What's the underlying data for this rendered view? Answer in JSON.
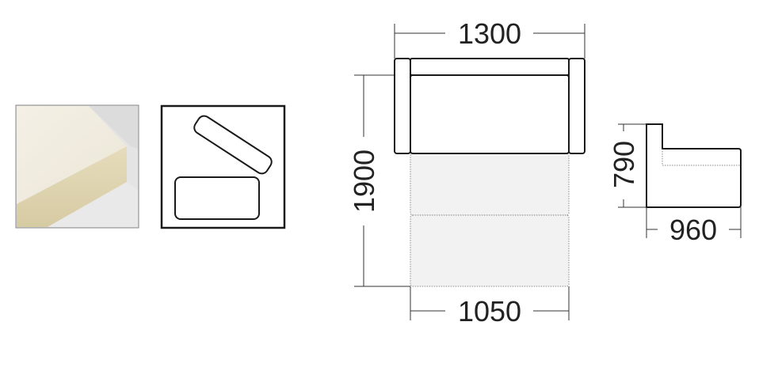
{
  "diagram": {
    "top_view": {
      "width_label": "1300",
      "depth_label": "1900",
      "mattress_width_label": "1050"
    },
    "side_view": {
      "height_label": "790",
      "depth_label": "960"
    },
    "icons": {
      "photo": "foam-mattress-photo",
      "storage": "storage-box-icon"
    },
    "colors": {
      "line": "#1a1a1a",
      "extension_fill": "#f2f2f2",
      "foam": "#efe9d6"
    }
  }
}
